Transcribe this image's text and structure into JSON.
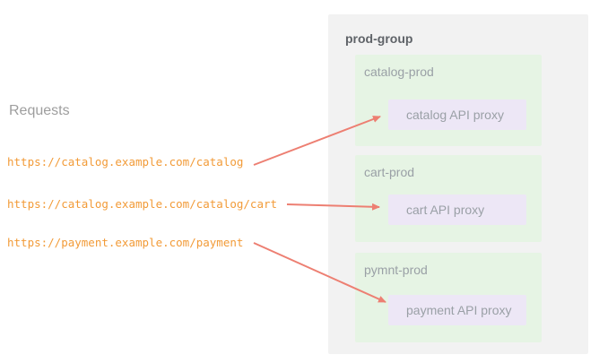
{
  "left_panel": {
    "heading": "Requests",
    "requests": [
      {
        "url": "https://catalog.example.com/catalog"
      },
      {
        "url": "https://catalog.example.com/catalog/cart"
      },
      {
        "url": "https://payment.example.com/payment"
      }
    ]
  },
  "prod_group": {
    "title": "prod-group",
    "environments": [
      {
        "name": "catalog-prod",
        "proxy": "catalog API proxy"
      },
      {
        "name": "cart-prod",
        "proxy": "cart API proxy"
      },
      {
        "name": "pymnt-prod",
        "proxy": "payment API proxy"
      }
    ]
  },
  "colors": {
    "url_text": "#f29b38",
    "arrow": "#ed7f72",
    "group_bg": "#f2f2f2",
    "env_bg": "#e6f4e4",
    "proxy_bg": "#ede7f6",
    "heading_text": "#9e9e9e",
    "title_text": "#5f6368",
    "label_text": "#9aa0a6"
  }
}
